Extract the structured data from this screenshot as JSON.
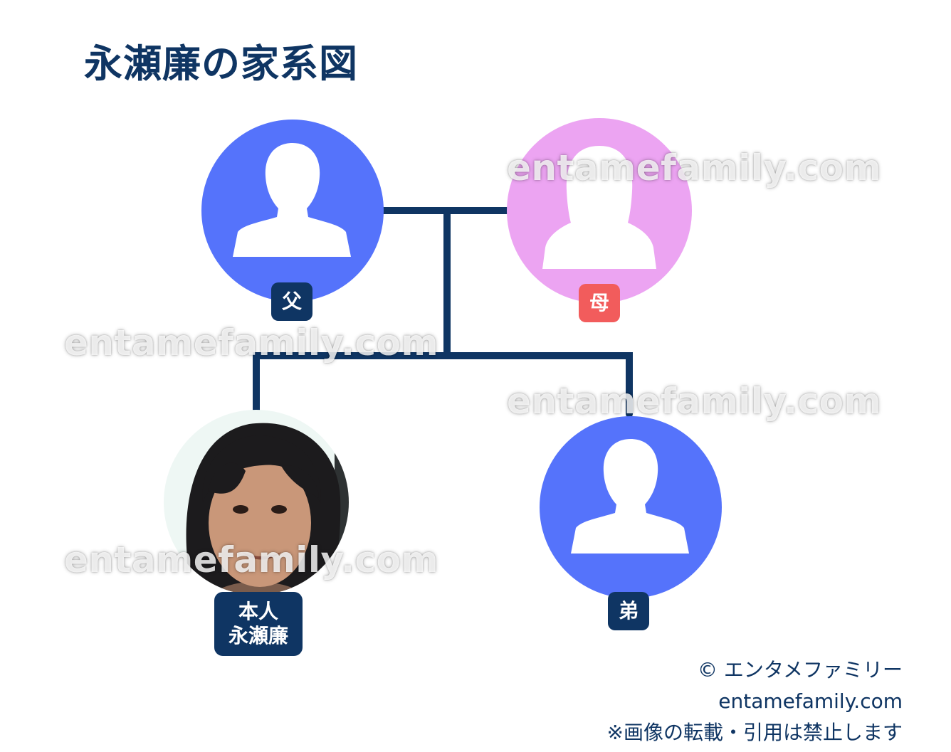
{
  "title": "永瀬廉の家系図",
  "colors": {
    "male": "#5573fb",
    "female": "#eca4f2",
    "line": "#0f3563",
    "label_default": "#0f3563",
    "label_mother": "#f25c5c"
  },
  "members": {
    "father": {
      "label": "父"
    },
    "mother": {
      "label": "母"
    },
    "self": {
      "label_line1": "本人",
      "label_line2": "永瀬廉"
    },
    "brother": {
      "label": "弟"
    }
  },
  "watermark_text": "entamefamily.com",
  "credits": {
    "copyright": "© エンタメファミリー",
    "site": "entamefamily.com",
    "notice": "※画像の転載・引用は禁止します"
  }
}
